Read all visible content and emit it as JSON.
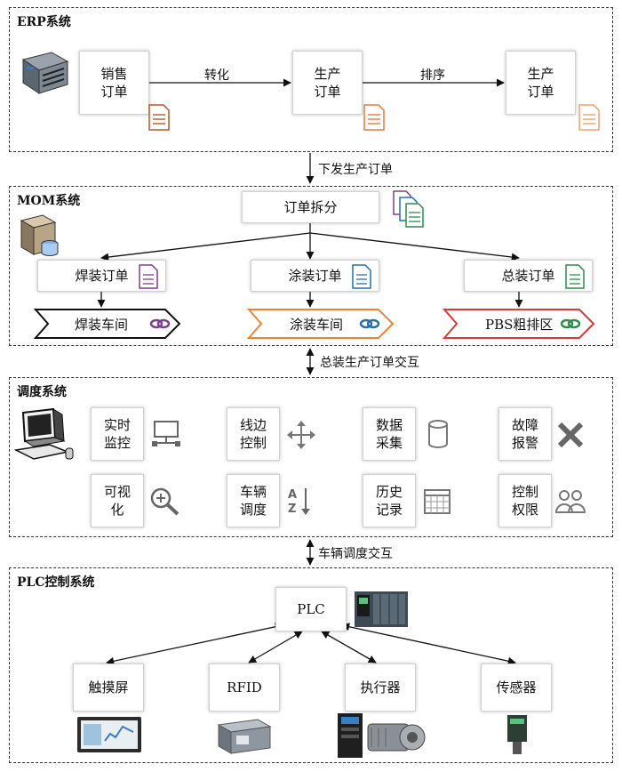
{
  "layers": {
    "erp": "ERP系统",
    "mom": "MOM系统",
    "dispatch": "调度系统",
    "plc": "PLC控制系统"
  },
  "erp": {
    "sales_order": "销售\n订单",
    "prod_order_1": "生产\n订单",
    "prod_order_2": "生产\n订单",
    "convert": "转化",
    "sort": "排序"
  },
  "links": {
    "issue_order": "下发生产订单",
    "final_assembly_exchange": "总装生产订单交互",
    "vehicle_dispatch_exchange": "车辆调度交互"
  },
  "mom": {
    "split": "订单拆分",
    "weld_order": "焊装订单",
    "paint_order": "涂装订单",
    "assembly_order": "总装订单",
    "weld_shop": "焊装车间",
    "paint_shop": "涂装车间",
    "pbs": "PBS粗排区"
  },
  "dispatch": {
    "items": [
      {
        "label": "实时\n监控",
        "icon": "monitor-network-icon"
      },
      {
        "label": "线边\n控制",
        "icon": "move-arrows-icon"
      },
      {
        "label": "数据\n采集",
        "icon": "database-icon"
      },
      {
        "label": "故障\n报警",
        "icon": "x-mark-icon"
      },
      {
        "label": "可视\n化",
        "icon": "magnifier-plus-icon"
      },
      {
        "label": "车辆\n调度",
        "icon": "sort-az-icon"
      },
      {
        "label": "历史\n记录",
        "icon": "calendar-icon"
      },
      {
        "label": "控制\n权限",
        "icon": "users-icon"
      }
    ]
  },
  "plc": {
    "plc": "PLC",
    "touchscreen": "触摸屏",
    "rfid": "RFID",
    "actuator": "执行器",
    "sensor": "传感器"
  },
  "colors": {
    "weld_doc": "#7b3f8f",
    "paint_doc": "#2a6fa8",
    "assembly_doc": "#2e8b4e",
    "erp_doc": "#c05a2a",
    "paint_shop_border": "#e8843a",
    "pbs_border": "#d63a3a"
  }
}
